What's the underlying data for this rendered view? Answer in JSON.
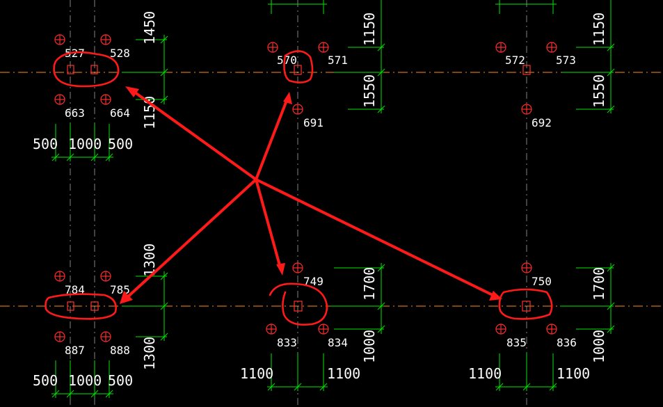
{
  "dims": {
    "top_left": [
      "1450",
      "1150",
      "500",
      "1000",
      "500"
    ],
    "top_mid": [
      "1150",
      "1550"
    ],
    "top_right": [
      "1150",
      "1550"
    ],
    "bot_left": [
      "1300",
      "1300",
      "500",
      "1000",
      "500"
    ],
    "bot_mid": [
      "1700",
      "1000",
      "1100",
      "1100"
    ],
    "bot_right": [
      "1700",
      "1000",
      "1100",
      "1100"
    ]
  },
  "piles": {
    "p527": "527",
    "p528": "528",
    "p663": "663",
    "p664": "664",
    "p570": "570",
    "p571": "571",
    "p691": "691",
    "p572": "572",
    "p573": "573",
    "p692": "692",
    "p784": "784",
    "p785": "785",
    "p887": "887",
    "p888": "888",
    "p749": "749",
    "p833": "833",
    "p834": "834",
    "p750": "750",
    "p835": "835",
    "p836": "836"
  },
  "colors": {
    "grid": "#ff8c1a",
    "dimension": "#00e600",
    "markup": "#ff1a1a",
    "background": "#000000"
  }
}
